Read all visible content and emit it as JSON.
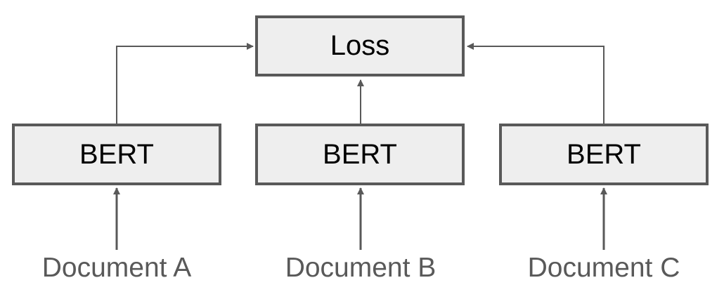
{
  "diagram": {
    "loss_label": "Loss",
    "bert_label": "BERT",
    "encoders": [
      {
        "label": "BERT",
        "input": "Document A"
      },
      {
        "label": "BERT",
        "input": "Document B"
      },
      {
        "label": "BERT",
        "input": "Document C"
      }
    ]
  },
  "colors": {
    "box_fill": "#eeeeee",
    "box_border": "#595959",
    "arrow": "#595959",
    "box_text": "#000000",
    "document_text": "#595959"
  }
}
